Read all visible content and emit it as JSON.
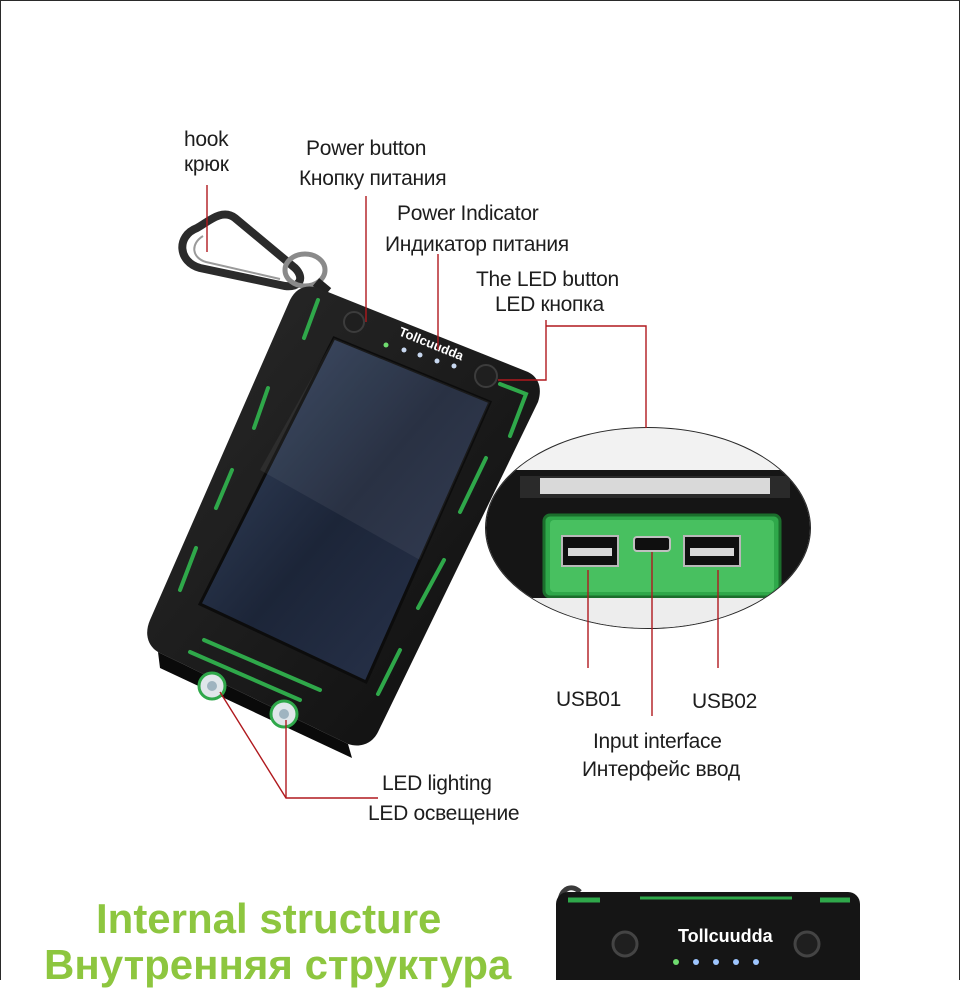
{
  "labels": {
    "hook_en": "hook",
    "hook_ru": "крюк",
    "power_button_en": "Power button",
    "power_button_ru": "Кнопку питания",
    "power_indicator_en": "Power Indicator",
    "power_indicator_ru": "Индикатор питания",
    "led_button_en": "The LED button",
    "led_button_ru": "LED кнопка",
    "usb01": "USB01",
    "usb02": "USB02",
    "input_en": "Input interface",
    "input_ru": "Интерфейс ввод",
    "led_lighting_en": "LED lighting",
    "led_lighting_ru": "LED освещение"
  },
  "brand": "Tollcuudda",
  "headings": {
    "en": "Internal structure",
    "ru": "Внутренняя структура"
  },
  "colors": {
    "accent_green": "#8dc63f",
    "device_green": "#2fa84a",
    "callout_line": "#b0191e",
    "body_black": "#151515"
  }
}
